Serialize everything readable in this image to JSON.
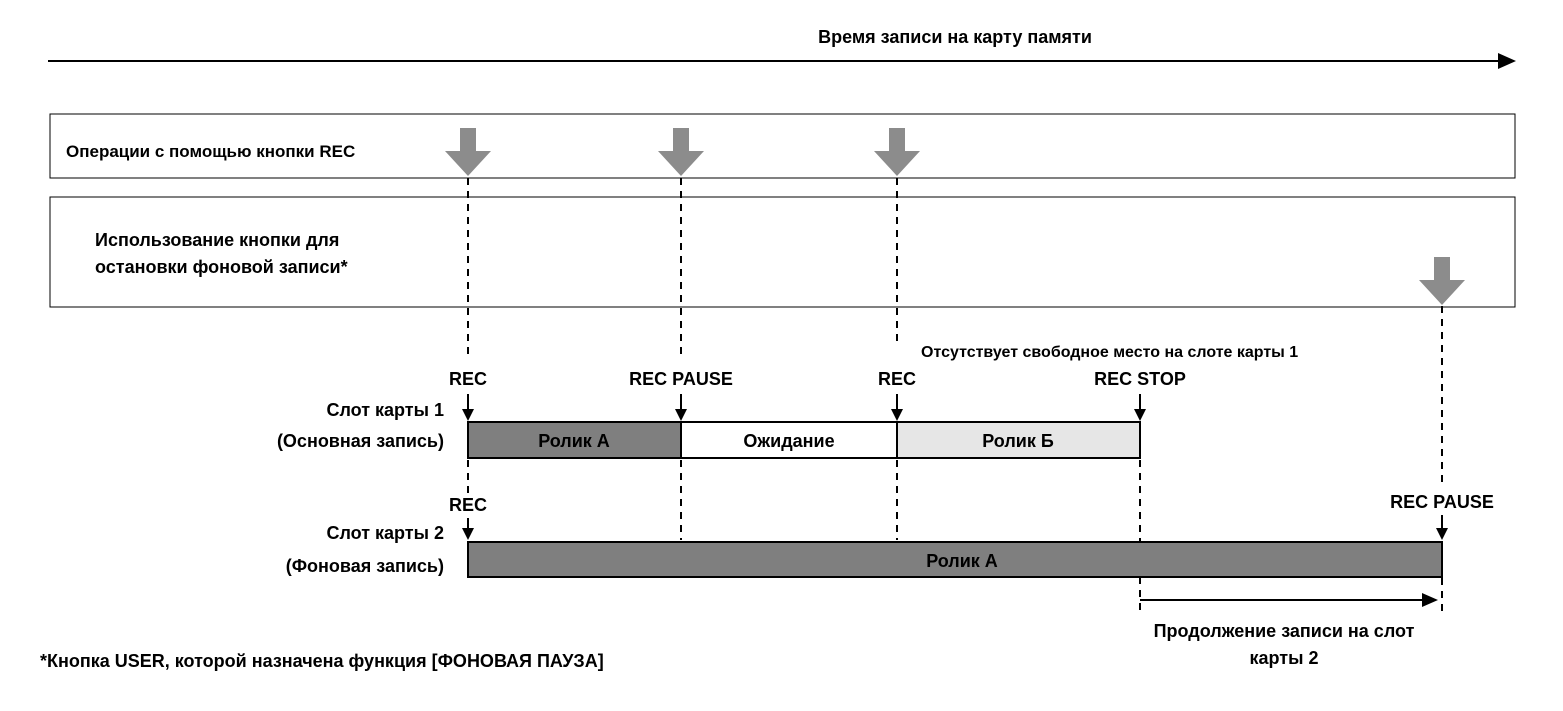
{
  "timeline": {
    "label": "Время записи на карту памяти"
  },
  "rows": {
    "rec_button": {
      "label": "Операции с помощью кнопки REC"
    },
    "bg_stop_button": {
      "line1": "Использование кнопки для",
      "line2": "остановки фоновой записи*"
    }
  },
  "slot1": {
    "title": "Слот карты 1",
    "subtitle": "(Основная запись)",
    "markers": {
      "rec1": "REC",
      "pause": "REC PAUSE",
      "rec2": "REC",
      "stop": "REC STOP"
    },
    "note": "Отсутствует свободное место на слоте карты 1",
    "segments": {
      "a": "Ролик А",
      "wait": "Ожидание",
      "b": "Ролик Б"
    }
  },
  "slot2": {
    "title": "Слот карты 2",
    "subtitle": "(Фоновая запись)",
    "markers": {
      "rec": "REC",
      "pause": "REC PAUSE"
    },
    "segments": {
      "a": "Ролик А"
    }
  },
  "continuation": {
    "line1": "Продолжение записи на слот",
    "line2": "карты 2"
  },
  "footnote": "*Кнопка USER, которой назначена функция [ФОНОВАЯ ПАУЗА]",
  "colors": {
    "dark_segment": "#7f7f7f",
    "light_segment": "#e6e6e6",
    "big_arrow": "#8c8c8c",
    "line": "#000000"
  }
}
